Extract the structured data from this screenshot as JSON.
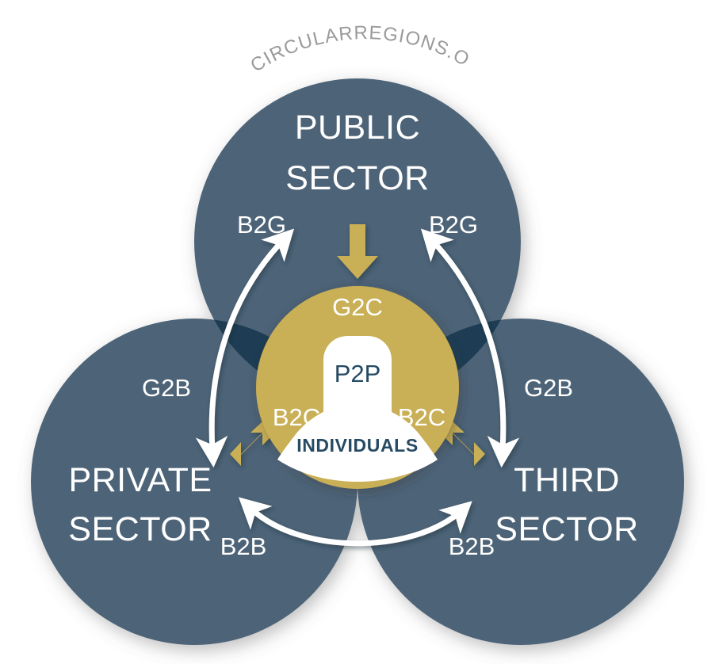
{
  "watermark": {
    "text": "CIRCULARREGIONS.ORG"
  },
  "colors": {
    "sector_fill": "#4d6377",
    "overlap_fill": "#1e3d54",
    "center_fill": "#c9af54",
    "center_person": "#ffffff",
    "label_white": "#ffffff",
    "label_dark": "#254a63",
    "background": "#ffffff",
    "watermark": "#9a9a9a"
  },
  "sectors": [
    {
      "id": "public",
      "line1": "PUBLIC",
      "line2": "SECTOR"
    },
    {
      "id": "private",
      "line1": "PRIVATE",
      "line2": "SECTOR"
    },
    {
      "id": "third",
      "line1": "THIRD",
      "line2": "SECTOR"
    }
  ],
  "center": {
    "top_label": "G2C",
    "head_label": "P2P",
    "left_label": "B2C",
    "right_label": "B2C",
    "body_label": "INDIVIDUALS"
  },
  "flows": {
    "b2g_left": "B2G",
    "b2g_right": "B2G",
    "g2b_left": "G2B",
    "g2b_right": "G2B",
    "b2b_left": "B2B",
    "b2b_right": "B2B"
  }
}
